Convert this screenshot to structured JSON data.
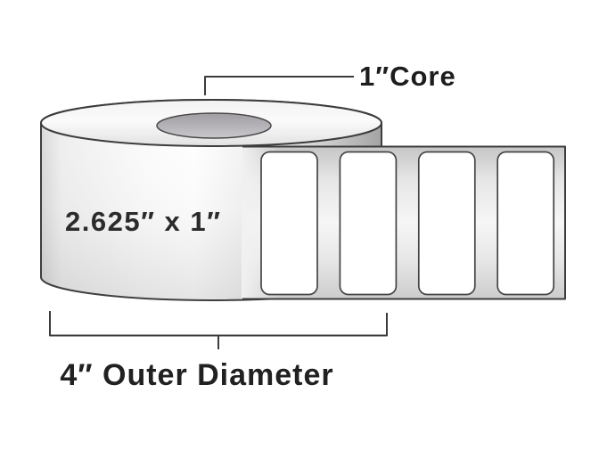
{
  "diagram": {
    "core_label": "1″Core",
    "label_size": "2.625″ x 1″",
    "outer_diameter": "4″ Outer Diameter",
    "label_count": 4,
    "colors": {
      "line": "#3c3c3c",
      "text": "#222222",
      "label_fill": "#ffffff",
      "core_fill": "#b2b0b4",
      "liner_light": "#f6f6f6",
      "liner_dark": "#c5c5c5"
    }
  }
}
